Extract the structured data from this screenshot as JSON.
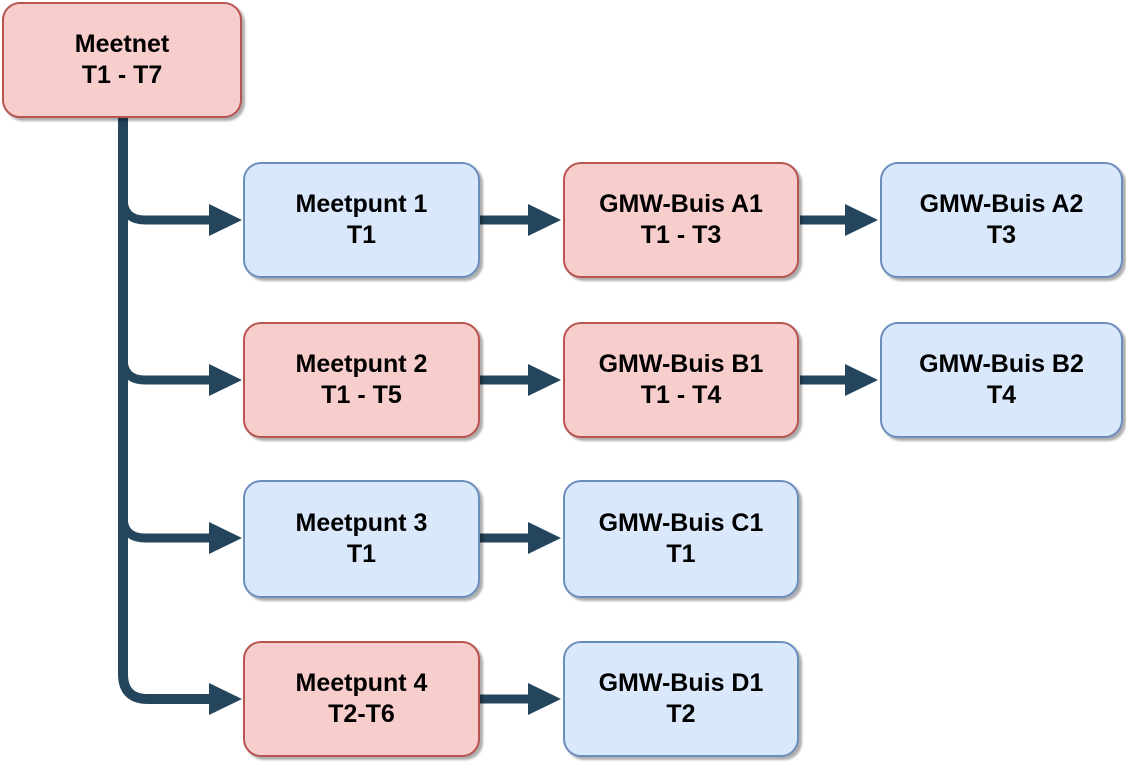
{
  "colors": {
    "pink_fill": "#f8cecc",
    "pink_border": "#b85450",
    "blue_fill": "#dae8fc",
    "blue_border": "#6c8ebf",
    "connector": "#24455c",
    "text": "#000000"
  },
  "nodes": {
    "meetnet": {
      "line1": "Meetnet",
      "line2": "T1 - T7"
    },
    "meetpunt1": {
      "line1": "Meetpunt 1",
      "line2": "T1"
    },
    "gmw_a1": {
      "line1": "GMW-Buis A1",
      "line2": "T1 - T3"
    },
    "gmw_a2": {
      "line1": "GMW-Buis A2",
      "line2": "T3"
    },
    "meetpunt2": {
      "line1": "Meetpunt 2",
      "line2": "T1 - T5"
    },
    "gmw_b1": {
      "line1": "GMW-Buis B1",
      "line2": "T1 - T4"
    },
    "gmw_b2": {
      "line1": "GMW-Buis B2",
      "line2": "T4"
    },
    "meetpunt3": {
      "line1": "Meetpunt 3",
      "line2": "T1"
    },
    "gmw_c1": {
      "line1": "GMW-Buis C1",
      "line2": "T1"
    },
    "meetpunt4": {
      "line1": "Meetpunt 4",
      "line2": "T2-T6"
    },
    "gmw_d1": {
      "line1": "GMW-Buis D1",
      "line2": "T2"
    }
  }
}
